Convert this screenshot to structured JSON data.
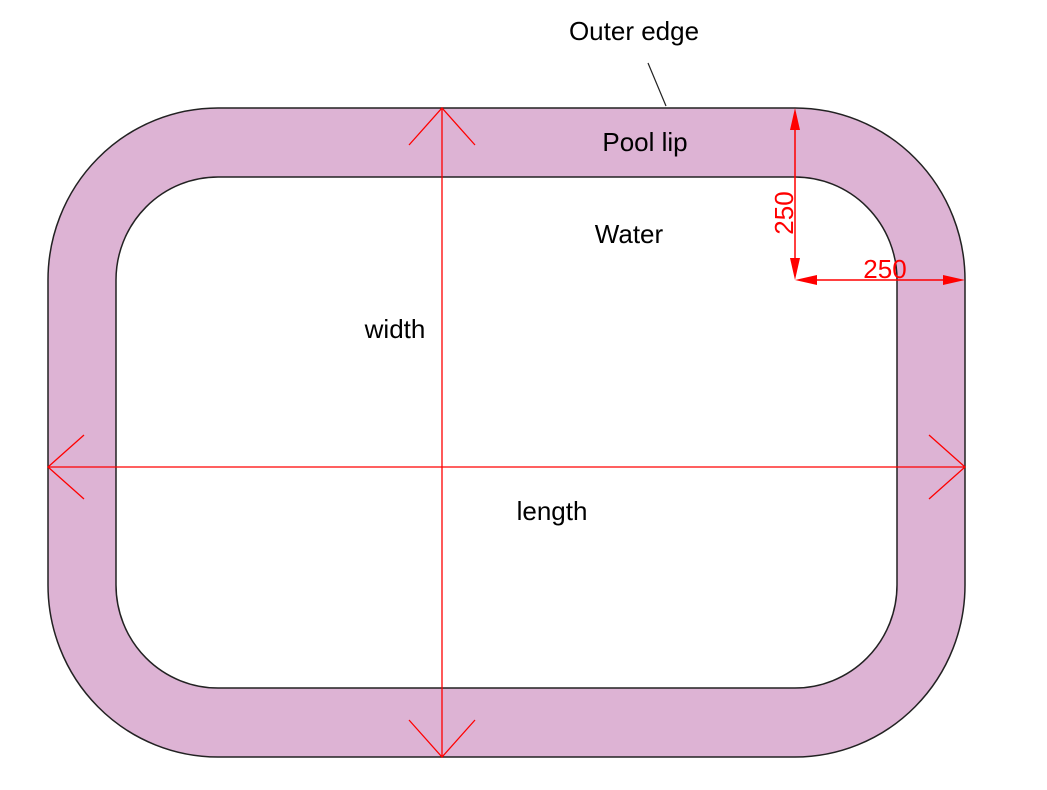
{
  "labels": {
    "outer_edge": "Outer edge",
    "pool_lip": "Pool lip",
    "water": "Water",
    "width": "width",
    "length": "length"
  },
  "dimensions": {
    "corner_vertical": "250",
    "corner_horizontal": "250"
  },
  "colors": {
    "lip_fill": "#ddb3d4",
    "outline": "#222222",
    "dimension": "#ff0000",
    "water_fill": "#ffffff"
  }
}
